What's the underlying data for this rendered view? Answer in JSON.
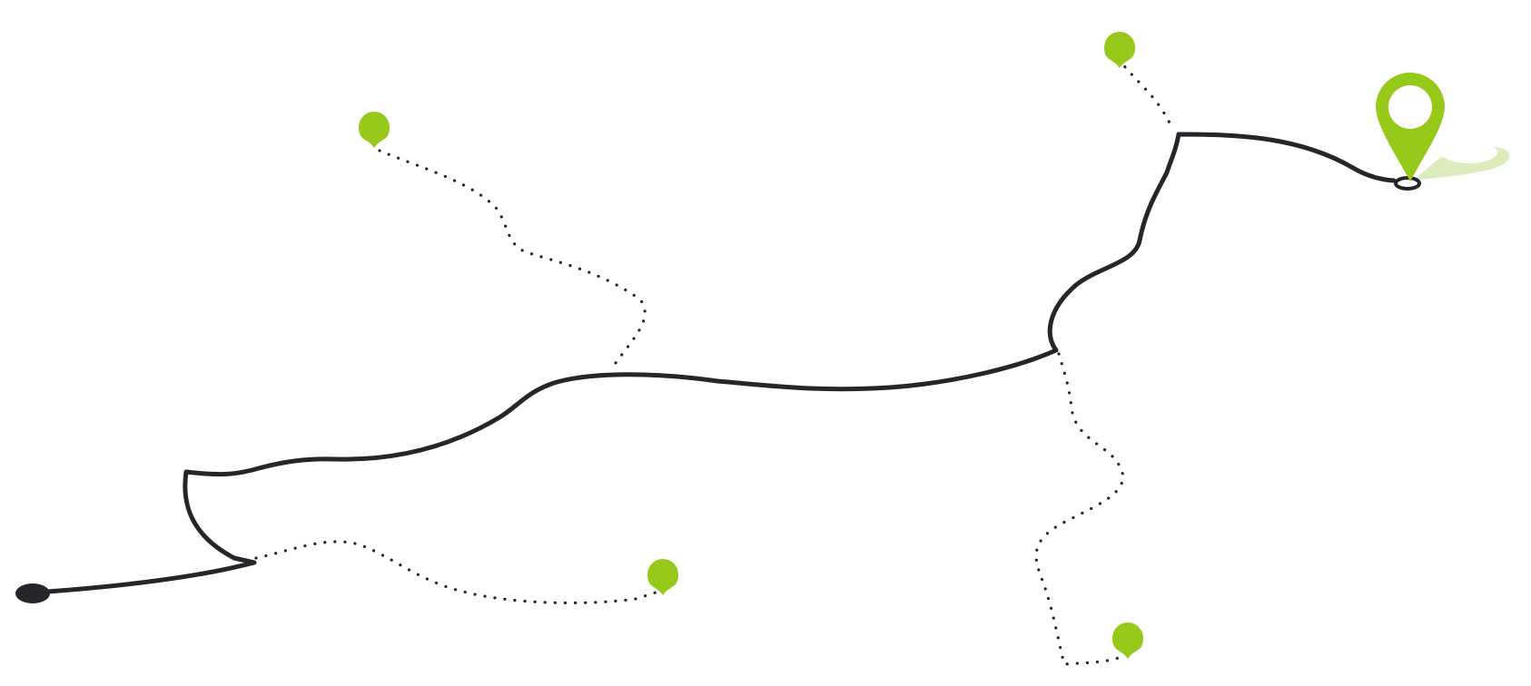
{
  "colors": {
    "route": "#25252b",
    "pin": "#97c91a",
    "pin_shadow": "#dcecbc",
    "background": "#ffffff"
  },
  "route_map": {
    "main_route": {
      "style": "solid"
    },
    "branches": [
      {
        "id": "branch-upper-left",
        "style": "dotted"
      },
      {
        "id": "branch-lower-left",
        "style": "dotted"
      },
      {
        "id": "branch-lower-right",
        "style": "dotted"
      },
      {
        "id": "branch-upper-right",
        "style": "dotted"
      }
    ],
    "start_marker": {
      "icon": "start-dot-icon"
    },
    "destination_marker": {
      "icon": "map-pin-icon"
    },
    "waypoint_icon": "waypoint-pin-icon"
  }
}
